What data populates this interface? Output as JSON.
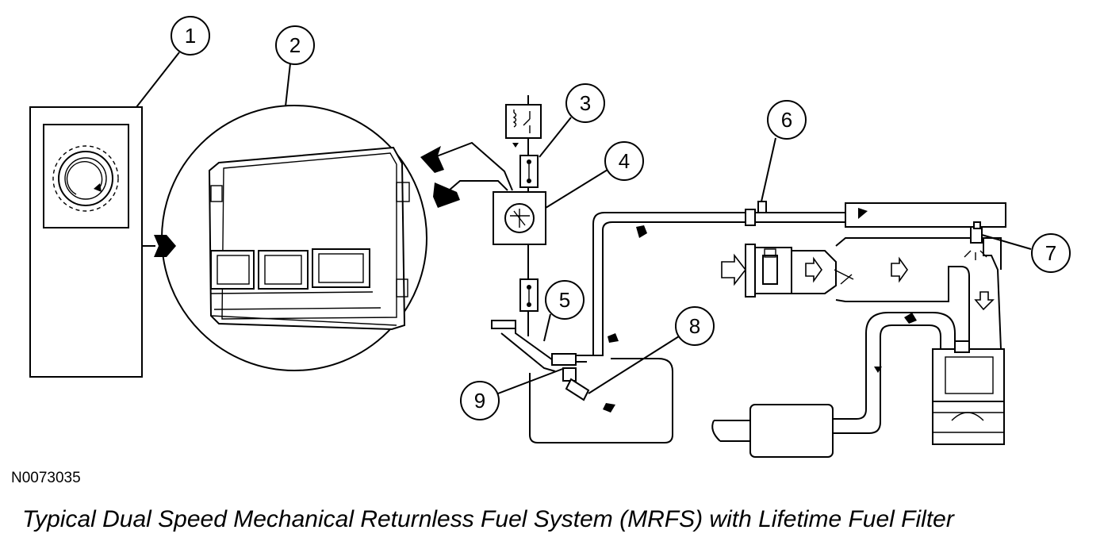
{
  "diagram_code": "N0073035",
  "caption": "Typical Dual Speed Mechanical Returnless Fuel System (MRFS) with Lifetime Fuel Filter",
  "callouts": [
    {
      "label": "1"
    },
    {
      "label": "2"
    },
    {
      "label": "3"
    },
    {
      "label": "4"
    },
    {
      "label": "5"
    },
    {
      "label": "6"
    },
    {
      "label": "7"
    },
    {
      "label": "8"
    },
    {
      "label": "9"
    }
  ]
}
